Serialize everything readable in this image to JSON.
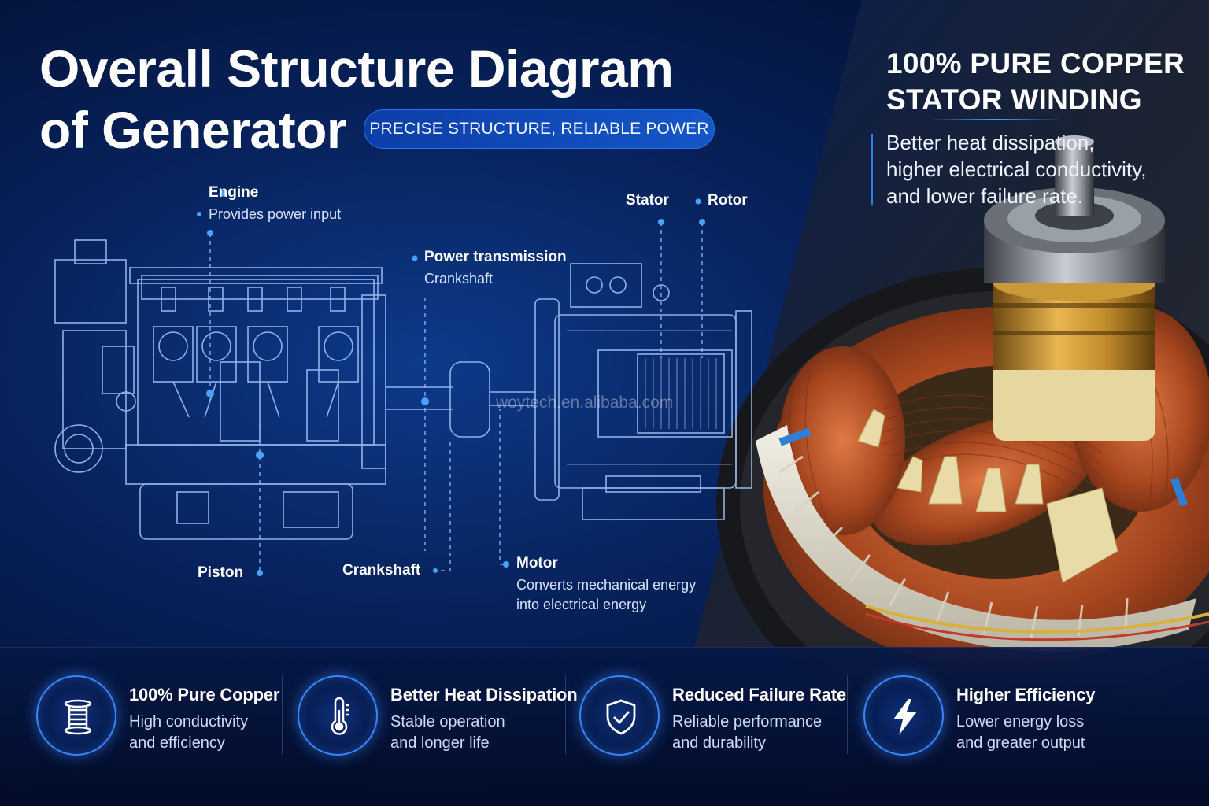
{
  "header": {
    "title_line1": "Overall Structure Diagram",
    "title_line2": "of Generator",
    "tagline": "PRECISE STRUCTURE, RELIABLE POWER"
  },
  "right_panel": {
    "title_line1": "100% PURE COPPER",
    "title_line2": "STATOR WINDING",
    "body_line1": "Better heat dissipation,",
    "body_line2": "higher electrical conductivity,",
    "body_line3": "and lower failure rate."
  },
  "diagram_labels": {
    "engine": {
      "title": "Engine",
      "sub": "Provides power input"
    },
    "power_transmission": {
      "title": "Power transmission",
      "sub": "Crankshaft"
    },
    "stator": {
      "title": "Stator"
    },
    "rotor": {
      "title": "Rotor"
    },
    "piston": {
      "title": "Piston"
    },
    "crankshaft": {
      "title": "Crankshaft"
    },
    "motor": {
      "title": "Motor",
      "sub_line1": "Converts mechanical energy",
      "sub_line2": "into electrical energy"
    }
  },
  "watermark": "woytech.en.alibaba.com",
  "features": [
    {
      "icon": "copper-spool-icon",
      "title": "100% Pure Copper",
      "line1": "High conductivity",
      "line2": "and efficiency"
    },
    {
      "icon": "thermometer-icon",
      "title": "Better Heat Dissipation",
      "line1": "Stable operation",
      "line2": "and longer life"
    },
    {
      "icon": "shield-check-icon",
      "title": "Reduced Failure Rate",
      "line1": "Reliable performance",
      "line2": "and durability"
    },
    {
      "icon": "lightning-icon",
      "title": "Higher Efficiency",
      "line1": "Lower energy loss",
      "line2": "and greater output"
    }
  ],
  "colors": {
    "accent": "#3a86ff",
    "background": "#07215a",
    "copper": "#b4532a"
  }
}
